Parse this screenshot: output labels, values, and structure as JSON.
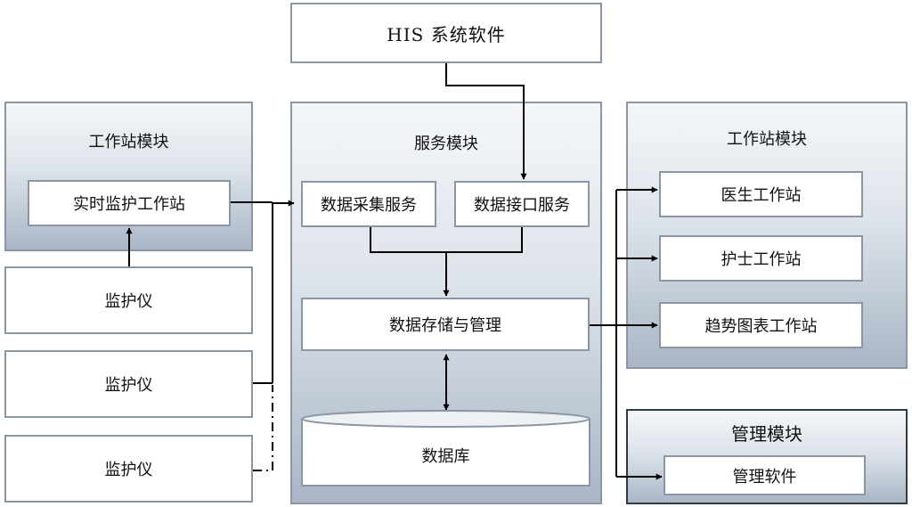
{
  "top": {
    "his_label": "HIS 系统软件"
  },
  "left_module": {
    "title": "工作站模块",
    "realtime_station": "实时监护工作站",
    "monitors": [
      "监护仪",
      "监护仪",
      "监护仪"
    ]
  },
  "service_module": {
    "title": "服务模块",
    "collect": "数据采集服务",
    "interface": "数据接口服务",
    "storage": "数据存储与管理",
    "database": "数据库"
  },
  "right_module": {
    "title": "工作站模块",
    "doctor": "医生工作站",
    "nurse": "护士工作站",
    "trend": "趋势图表工作站"
  },
  "admin_module": {
    "title": "管理模块",
    "software": "管理软件"
  }
}
